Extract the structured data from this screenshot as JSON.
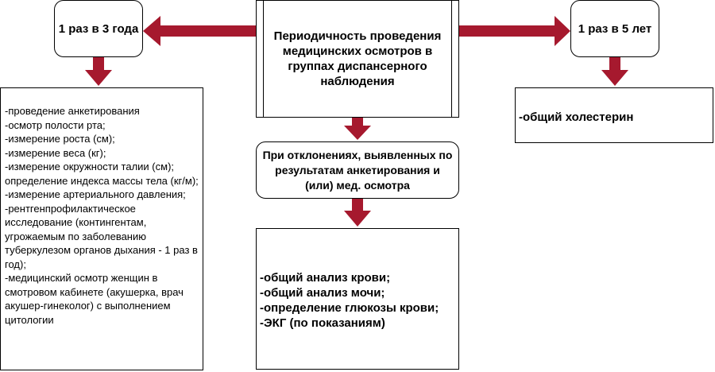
{
  "diagram": {
    "title": "Периодичность проведения медицинских осмотров в группах диспансерного наблюдения",
    "left_period": "1 раз в 3 года",
    "right_period": "1 раз в 5 лет",
    "left_list": [
      "-проведение анкетирования",
      "-осмотр полости рта;",
      "-измерение роста (см);",
      "-измерение веса (кг);",
      "-измерение окружности талии (см); определение индекса массы тела (кг/м);",
      "-измерение артериального давления;",
      "-рентгенпрофилактическое исследование (контингентам, угрожаемым по заболеванию туберкулезом органов дыхания - 1 раз в год);",
      "-медицинский осмотр женщин в смотровом кабинете (акушерка, врач акушер-гинеколог) с выполнением цитологии"
    ],
    "right_item": "-общий холестерин",
    "condition": "При отклонениях, выявленных по результатам анкетирования и (или) мед. осмотра",
    "analyses": [
      "-общий анализ крови;",
      "-общий анализ мочи;",
      "-определение глюкозы крови;",
      "-ЭКГ (по показаниям)"
    ],
    "arrow_color": "#a6192e"
  }
}
